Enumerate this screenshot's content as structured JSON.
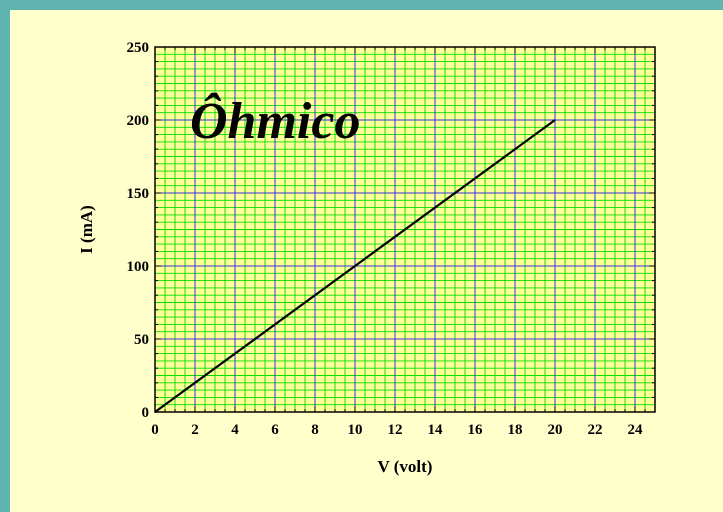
{
  "colors": {
    "frame": "#5fb3b0",
    "background": "#ffffcc",
    "plot_background": "#ffff99",
    "minor_grid": "#00dd00",
    "major_grid": "#3333dd",
    "line": "#000000"
  },
  "chart_data": {
    "type": "line",
    "title": "Ôhmico",
    "xlabel": "V (volt)",
    "ylabel": "I (mA)",
    "xlim": [
      0,
      25
    ],
    "ylim": [
      0,
      250
    ],
    "xticks": [
      0,
      2,
      4,
      6,
      8,
      10,
      12,
      14,
      16,
      18,
      20,
      22,
      24
    ],
    "yticks": [
      0,
      50,
      100,
      150,
      200,
      250
    ],
    "x_minor_step": 0.5,
    "y_minor_step": 5,
    "grid": true,
    "title_placement": "top-left inside plot",
    "series": [
      {
        "x": [
          0,
          20
        ],
        "y": [
          0,
          200
        ]
      }
    ]
  }
}
